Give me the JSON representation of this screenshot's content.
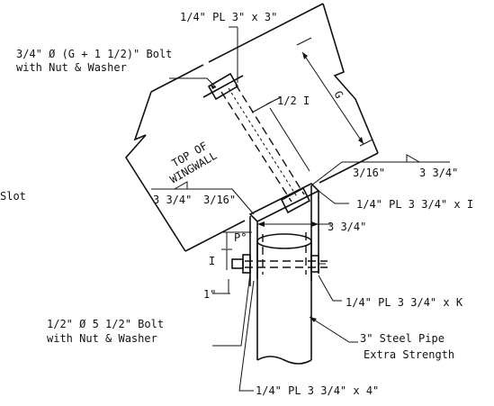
{
  "labels": {
    "plate_top": "1/4\" PL 3\" x 3\"",
    "bolt_top_line1": "3/4\" Ø (G + 1 1/2)\" Bolt",
    "bolt_top_line2": "with Nut & Washer",
    "half_i": "1/2 I",
    "g_dim": "G",
    "top_of_wingwall_line1": "TOP OF",
    "top_of_wingwall_line2": "WINGWALL",
    "slot": "Slot",
    "weld_right_size1": "3/16\"",
    "weld_right_size2": "3 3/4\"",
    "weld_left_size1": "3 3/4\"",
    "weld_left_size2": "3/16\"",
    "plate_right": "1/4\" PL 3 3/4\" x I",
    "dim_3_3_4": "3 3/4\"",
    "p_deg": "P°",
    "dim_1": "1\"",
    "dim_i": "I",
    "plate_k": "1/4\" PL 3 3/4\" x K",
    "bolt_bottom_line1": "1/2\" Ø 5 1/2\" Bolt",
    "bolt_bottom_line2": "with Nut & Washer",
    "pipe_line1": "3\" Steel Pipe",
    "pipe_line2": "Extra Strength",
    "plate_bottom": "1/4\" PL 3 3/4\" x 4\""
  }
}
